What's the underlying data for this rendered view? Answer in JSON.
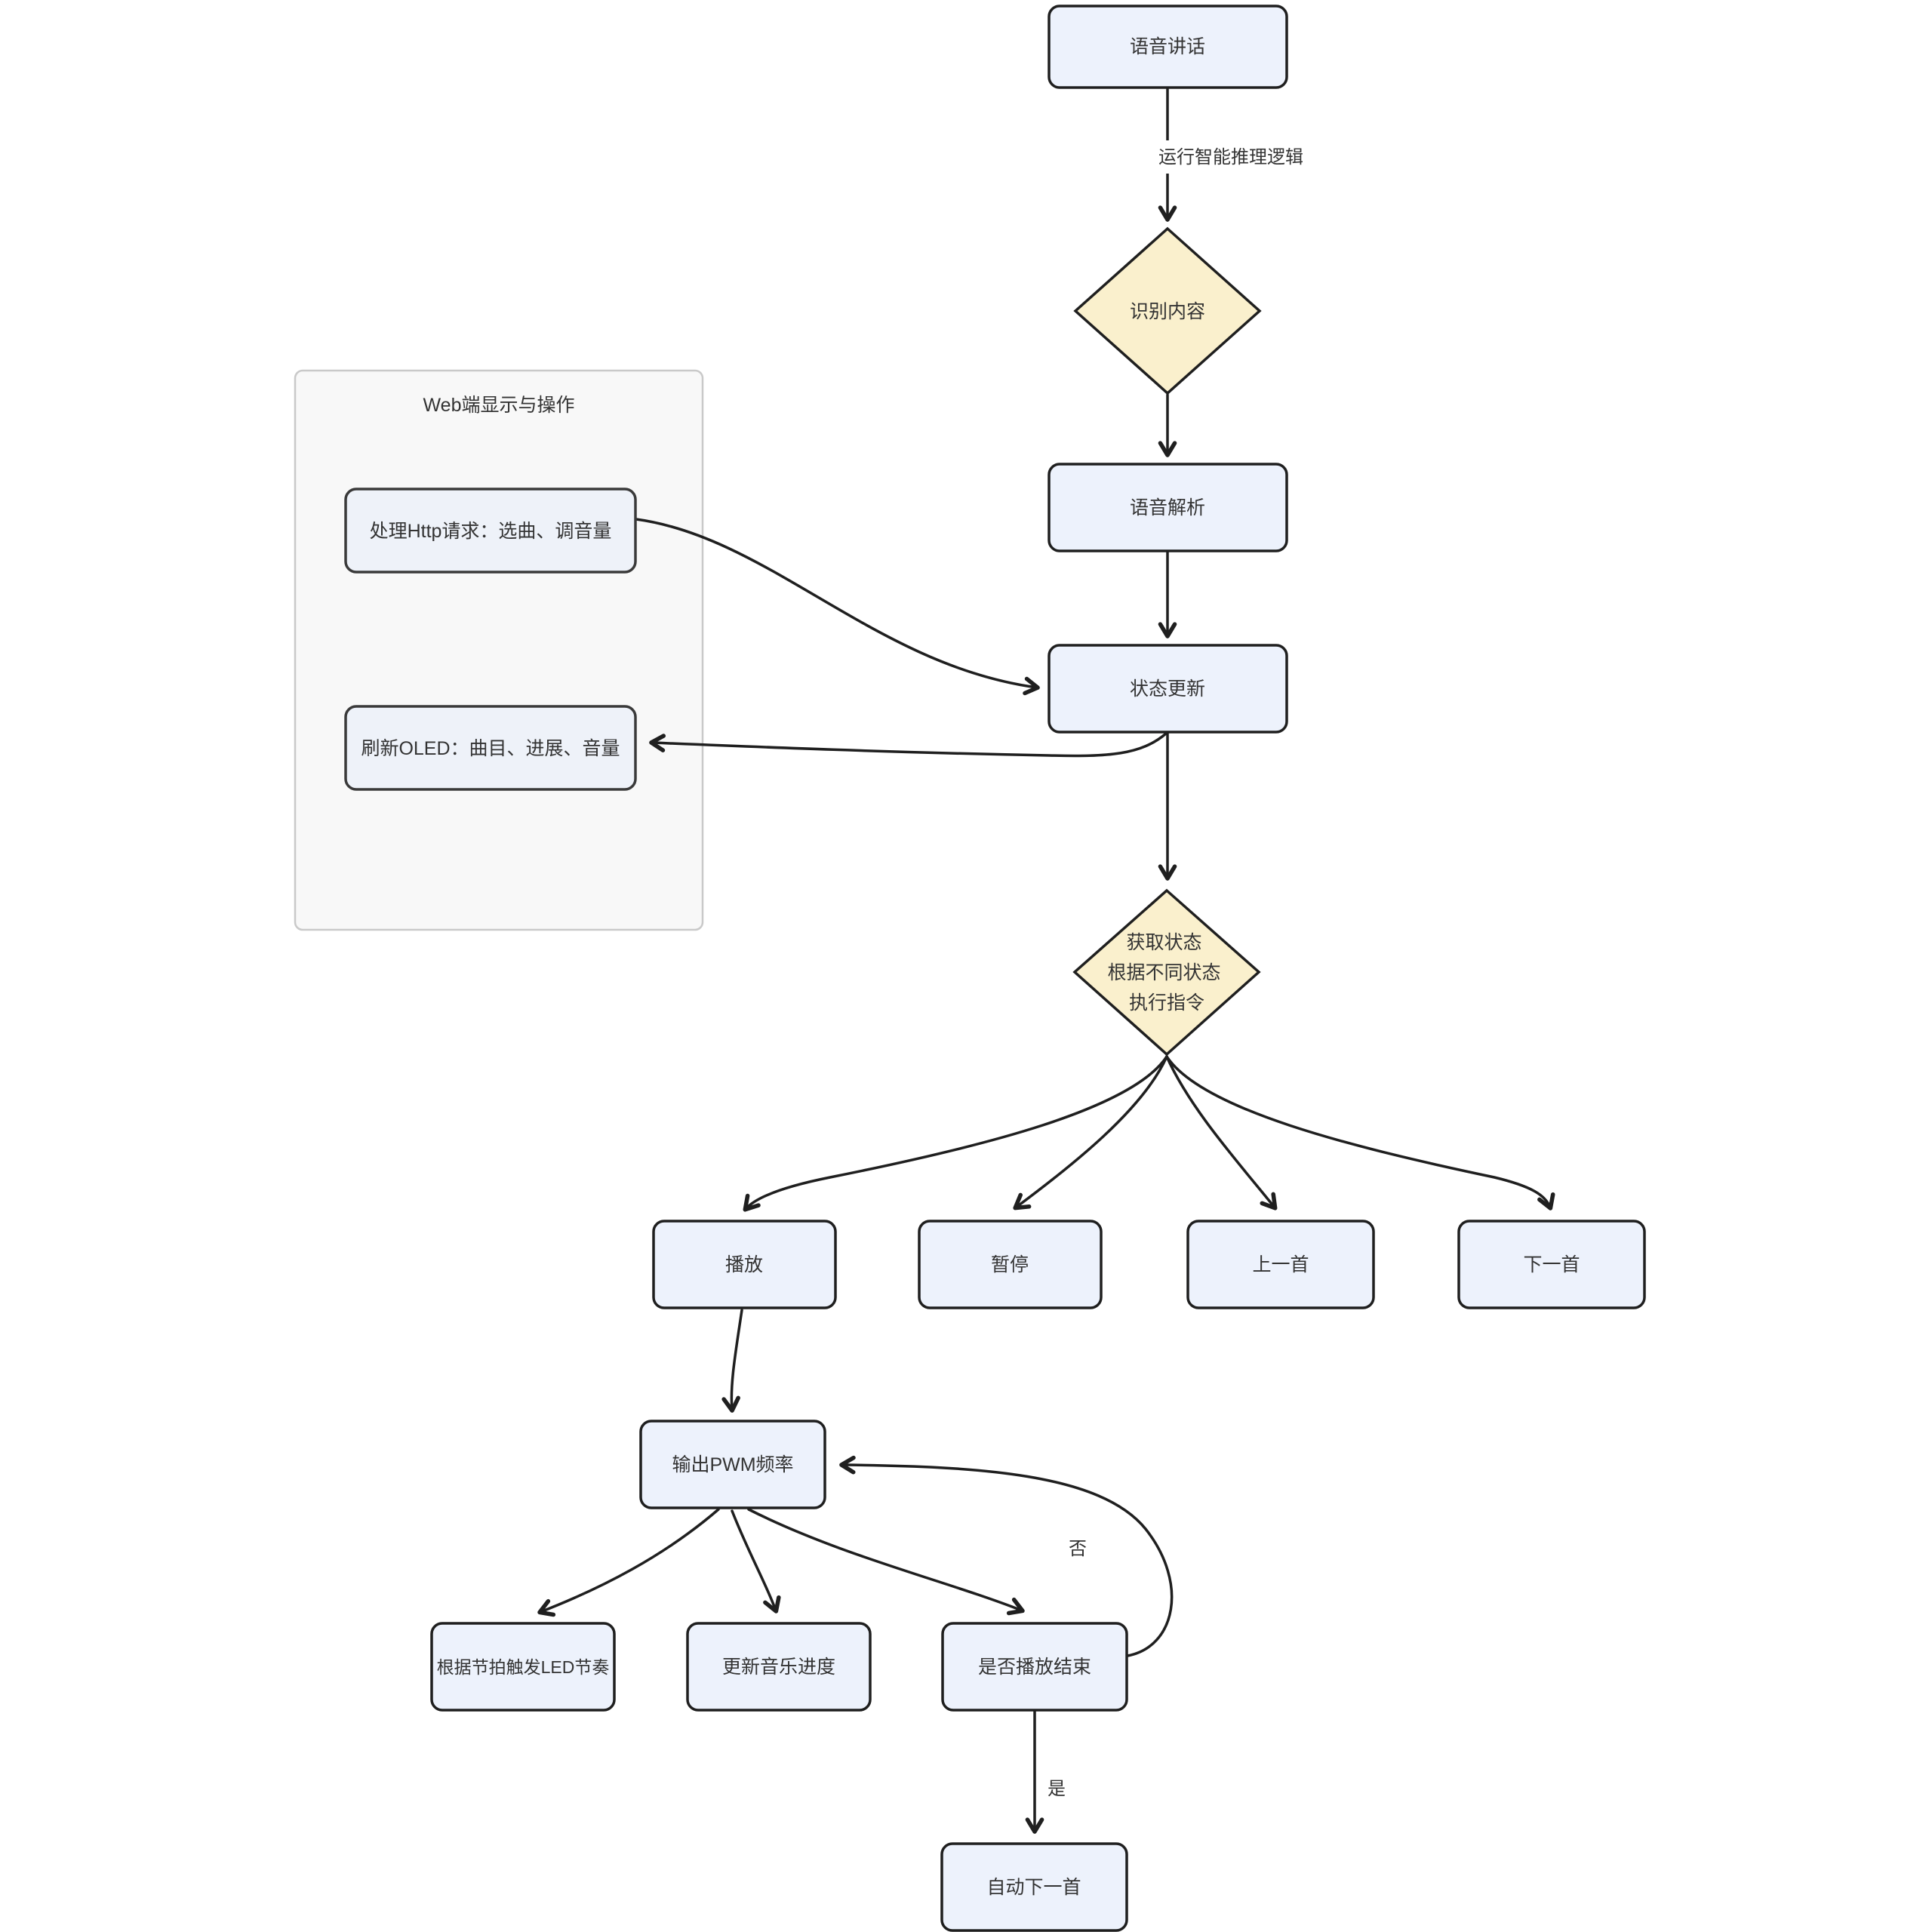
{
  "diagram": {
    "type": "flowchart",
    "direction": "top-down",
    "colors": {
      "node_fill": "#edf2fc",
      "node_border": "#1f1f1f",
      "decision_fill": "#faf0cd",
      "decision_border": "#1f1f1f",
      "container_fill": "#f8f8f8",
      "container_border": "#c9c9c9",
      "edge": "#1f1f1f",
      "text": "#333333"
    },
    "container": {
      "title": "Web端显示与操作"
    },
    "nodes": {
      "voice_talk": {
        "label": "语音讲话"
      },
      "recognize": {
        "label": "识别内容"
      },
      "voice_parse": {
        "label": "语音解析"
      },
      "status_update": {
        "label": "状态更新"
      },
      "http_request": {
        "label": "处理Http请求：选曲、调音量"
      },
      "refresh_oled": {
        "label": "刷新OLED：曲目、进展、音量"
      },
      "get_status": {
        "line1": "获取状态",
        "line2": "根据不同状态",
        "line3": "执行指令"
      },
      "play": {
        "label": "播放"
      },
      "pause": {
        "label": "暂停"
      },
      "prev": {
        "label": "上一首"
      },
      "next": {
        "label": "下一首"
      },
      "pwm": {
        "label": "输出PWM频率"
      },
      "led": {
        "label": "根据节拍触发LED节奏"
      },
      "progress": {
        "label": "更新音乐进度"
      },
      "check_end": {
        "label": "是否播放结束"
      },
      "auto_next": {
        "label": "自动下一首"
      }
    },
    "edge_labels": {
      "run_inference": "运行智能推理逻辑",
      "no": "否",
      "yes": "是"
    }
  }
}
